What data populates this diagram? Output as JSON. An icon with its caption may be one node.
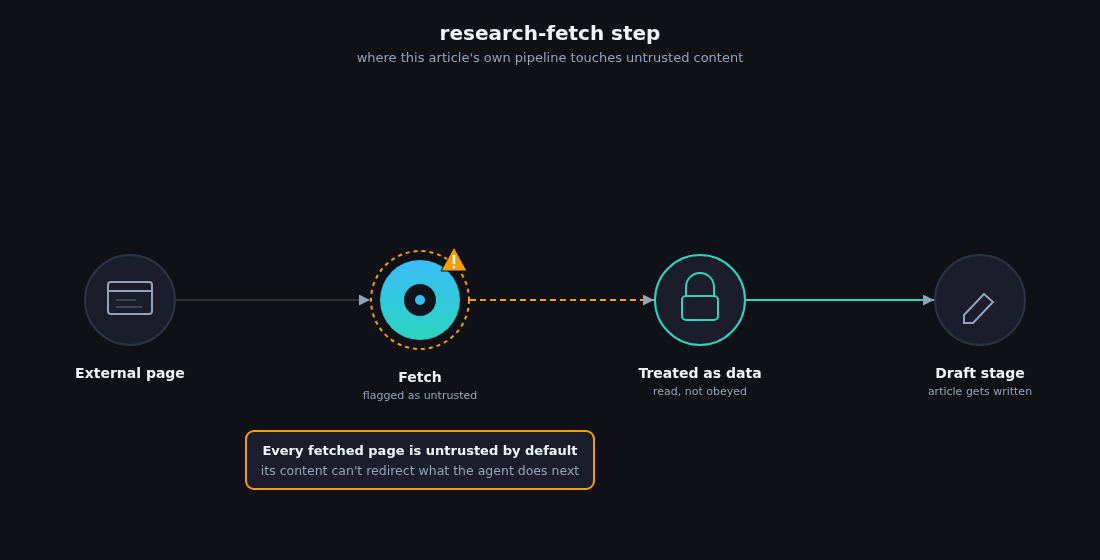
{
  "diagram": {
    "title": "research-fetch step",
    "nodes": [
      {
        "text": [
          "External page"
        ]
      },
      {
        "text": [
          "Fetch",
          "flagged as untrusted"
        ]
      },
      {
        "text": [
          "Treated as data",
          "read, not obeyed"
        ]
      },
      {
        "text": [
          "Draft stage",
          "article gets written"
        ]
      },
      {
        "text": [
          "Every fetched page is untrusted by default",
          "its content can't redirect what the agent does next"
        ]
      }
    ],
    "edges": [
      {
        "from": 0,
        "to": 1,
        "arrow": "to",
        "color": "#2e3244"
      },
      {
        "from": 1,
        "to": 2,
        "arrow": "to",
        "style": "dashed",
        "color": "#f59e0b"
      },
      {
        "from": 2,
        "to": 3,
        "arrow": "to",
        "color": "#2dd4bf"
      }
    ],
    "labels": [
      "where this article's own pipeline touches untrusted content"
    ]
  }
}
